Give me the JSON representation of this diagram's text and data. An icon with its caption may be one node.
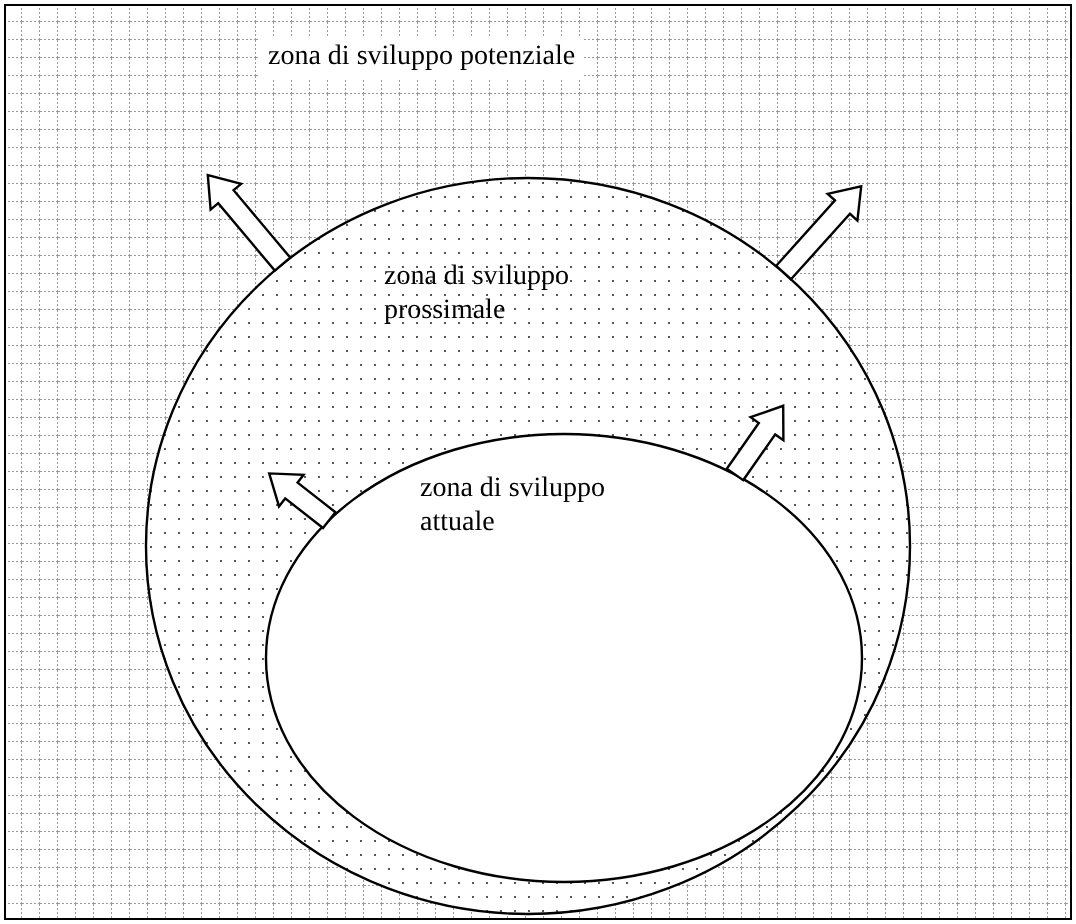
{
  "diagram": {
    "nodes": [
      {
        "text": [
          "zona di sviluppo potenziale"
        ]
      },
      {
        "text": [
          "zona di sviluppo prossimale"
        ],
        "in": 0
      },
      {
        "text": [
          "zona di sviluppo attuale"
        ],
        "in": 1
      }
    ],
    "edges": [
      {
        "from": 1,
        "to": 0,
        "arrow": "to"
      },
      {
        "from": 1,
        "to": 0,
        "arrow": "to"
      },
      {
        "from": 2,
        "to": 1,
        "arrow": "to"
      },
      {
        "from": 2,
        "to": 1,
        "arrow": "to"
      }
    ]
  }
}
